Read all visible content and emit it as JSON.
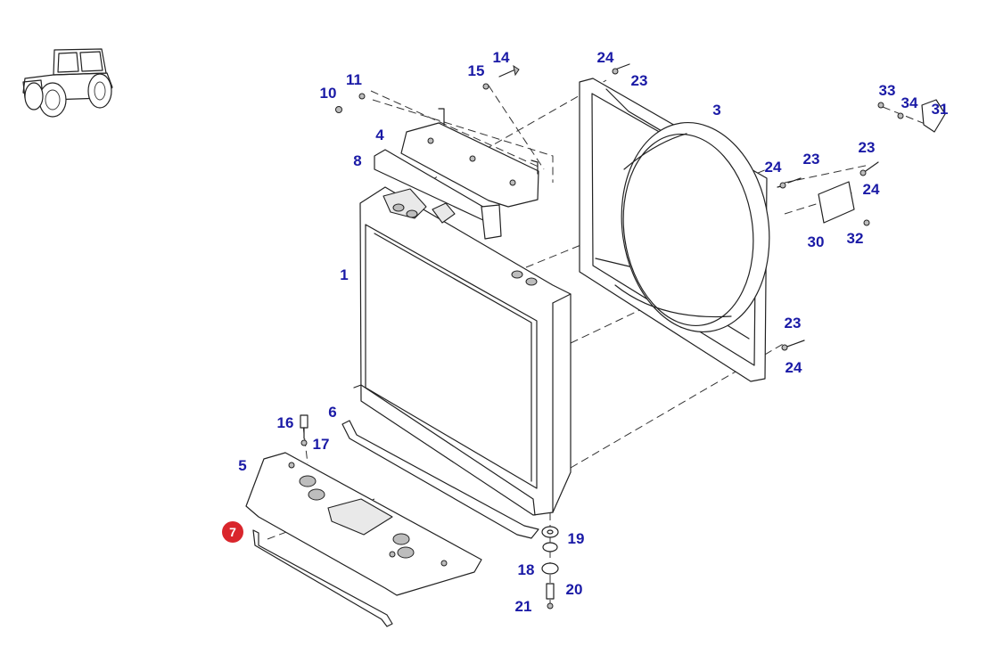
{
  "diagram": {
    "callout_color": "#1a1aa6",
    "marker_color": "#d9262c",
    "thumbnail": "tractor-thumbnail-icon",
    "highlighted_callout": "7",
    "callouts": [
      "1",
      "3",
      "4",
      "5",
      "6",
      "7",
      "8",
      "10",
      "11",
      "14",
      "15",
      "16",
      "17",
      "18",
      "19",
      "20",
      "21",
      "23",
      "23",
      "23",
      "23",
      "24",
      "24",
      "24",
      "24",
      "30",
      "31",
      "32",
      "33",
      "34"
    ]
  }
}
